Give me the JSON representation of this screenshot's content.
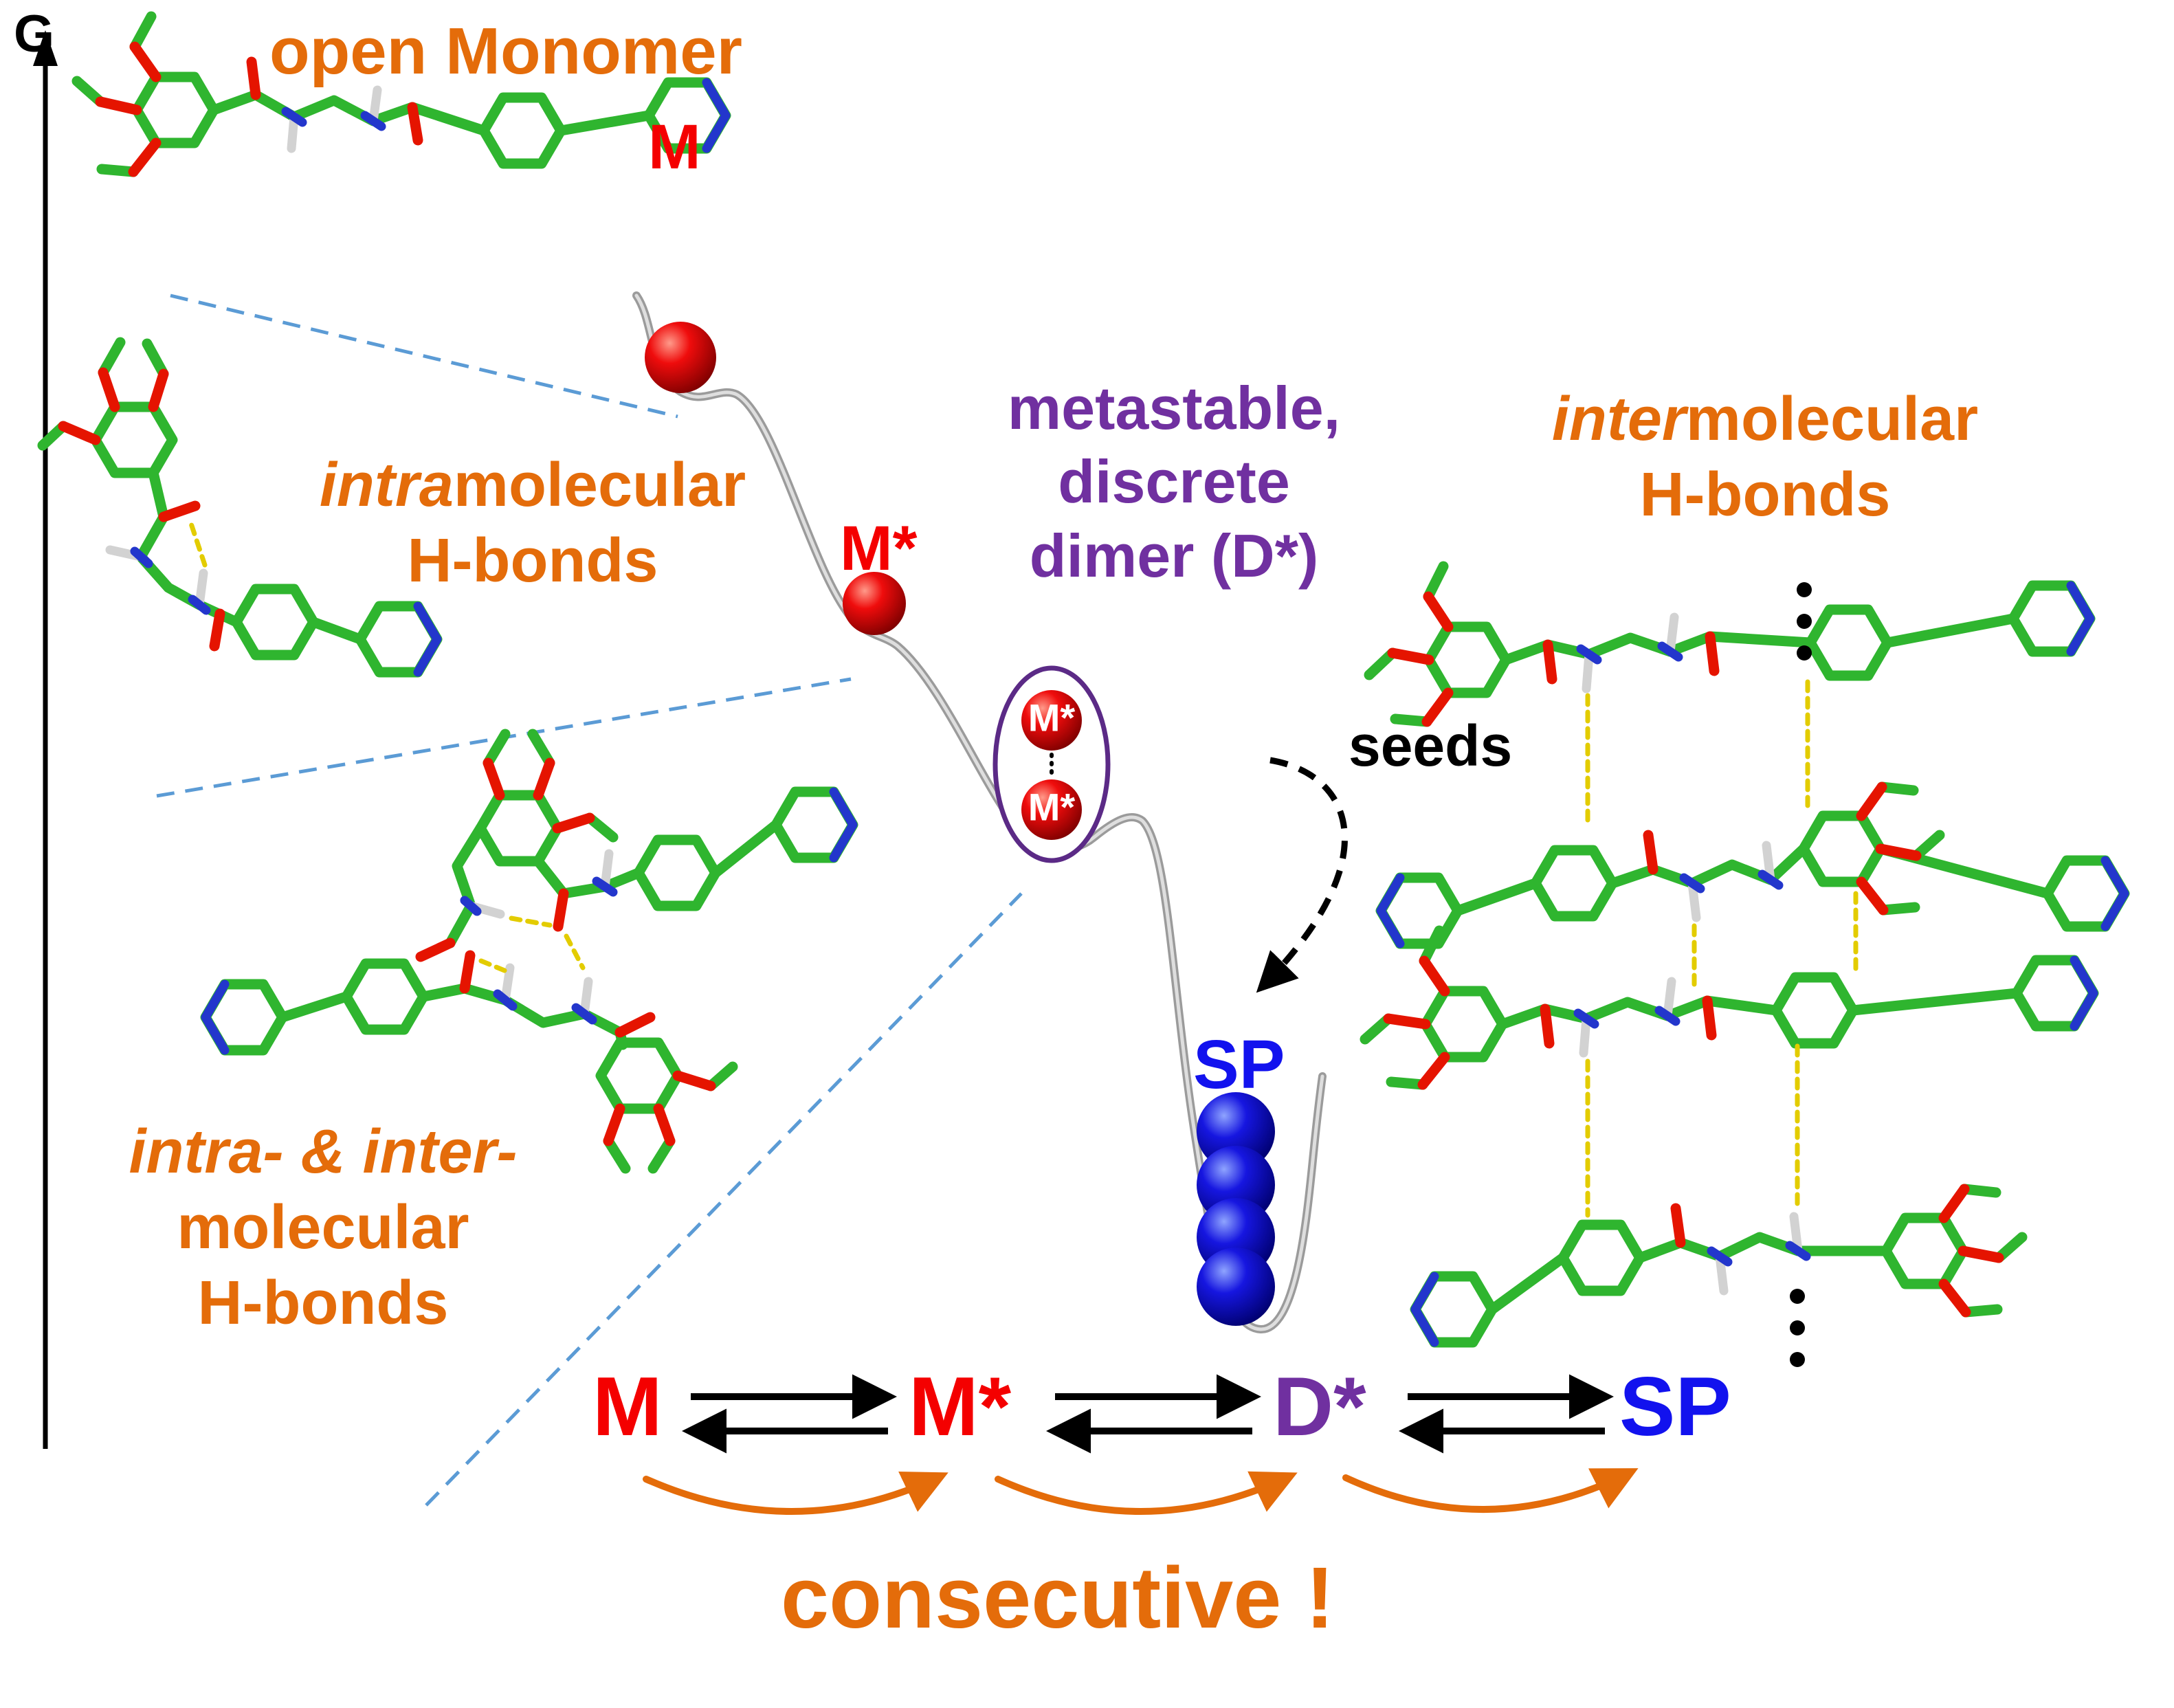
{
  "colors": {
    "orange": "#E46C0A",
    "purple": "#7030A0",
    "red": "#F40000",
    "blue": "#1212EE",
    "green_sticks": "#2FB52F",
    "oxygen_red": "#E51400",
    "nitrogen_blue": "#2336CC",
    "hydrogen_white": "#D2D2D2",
    "hbond_yellow": "#E3CC00",
    "curve_gray": "#9B9B9B",
    "dashed_line_blue": "#5B9BD5",
    "black": "#000000"
  },
  "axis": {
    "label": "G"
  },
  "annotations": {
    "open_monomer": "open Monomer",
    "intra_prefix": "intra",
    "intra_rest": "molecular",
    "intra_line2": "H-bonds",
    "metastable_line1": "metastable,",
    "metastable_line2": "discrete",
    "metastable_line3": "dimer (D*)",
    "inter_prefix": "inter",
    "inter_rest": "molecular",
    "inter_line2": "H-bonds",
    "seeds": "seeds",
    "intra_inter_line1": "intra- & inter-",
    "intra_inter_line2": "molecular",
    "intra_inter_line3": "H-bonds",
    "consecutive": "consecutive !"
  },
  "curve_labels": {
    "m": "M",
    "m_star": "M*",
    "sp": "SP",
    "dimer_top": "M*",
    "dimer_bottom": "M*"
  },
  "scheme": {
    "m": "M",
    "m_star": "M*",
    "d_star": "D*",
    "sp": "SP"
  }
}
